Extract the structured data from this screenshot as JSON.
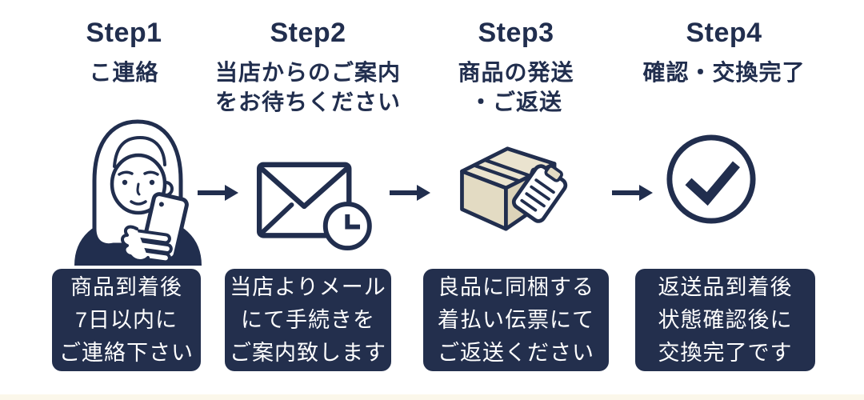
{
  "page": {
    "background": "#ffffff",
    "bottom_strip_color": "#fbf7ea"
  },
  "colors": {
    "navy": "#212e4e",
    "note_box_fill": "#232f4d",
    "note_text": "#ffffff",
    "carton_beige_top": "#eae3cf",
    "carton_beige_front": "#e3dbc3",
    "carton_beige_side": "#dcd3b9"
  },
  "steps": [
    {
      "title": "Step1",
      "subtitle_lines": [
        "こ連絡"
      ],
      "icon": "woman-with-smartphone-icon",
      "note_lines": [
        "商品到着後",
        "7日以内に",
        "ご連絡下さい"
      ]
    },
    {
      "title": "Step2",
      "subtitle_lines": [
        "当店からのご案内",
        "をお待ちください"
      ],
      "icon": "envelope-clock-icon",
      "note_lines": [
        "当店よりメール",
        "にて手続きを",
        "ご案内致します"
      ]
    },
    {
      "title": "Step3",
      "subtitle_lines": [
        "商品の発送",
        "・ご返送"
      ],
      "icon": "shipping-box-clipboard-icon",
      "note_lines": [
        "良品に同梱する",
        "着払い伝票にて",
        "ご返送ください"
      ]
    },
    {
      "title": "Step4",
      "subtitle_lines": [
        "確認・交換完了"
      ],
      "icon": "check-circle-icon",
      "note_lines": [
        "返送品到着後",
        "状態確認後に",
        "交換完了です"
      ]
    }
  ],
  "arrows": [
    "right-arrow",
    "right-arrow",
    "right-arrow"
  ]
}
